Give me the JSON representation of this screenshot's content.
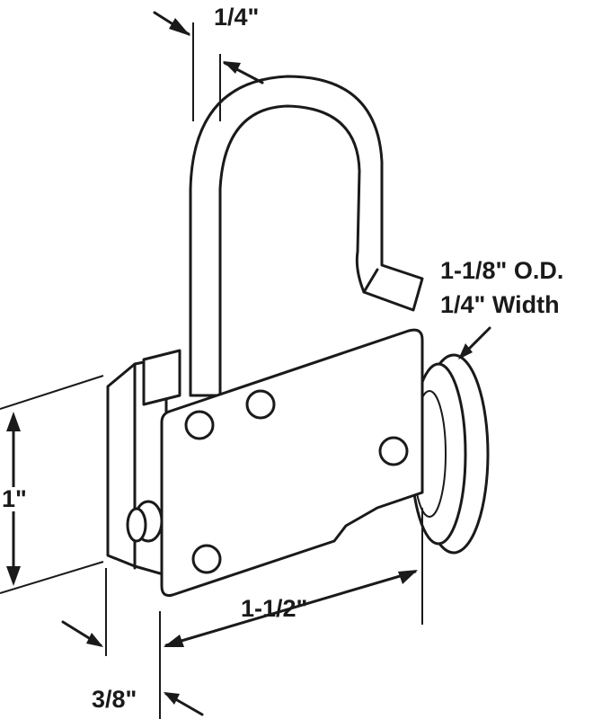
{
  "labels": {
    "hook_width": "1/4\"",
    "wheel_od": "1-1/8\" O.D.",
    "wheel_width": "1/4\" Width",
    "height": "1\"",
    "length": "1-1/2\"",
    "depth": "3/8\""
  },
  "colors": {
    "line": "#1a1a1a",
    "background": "#ffffff"
  }
}
